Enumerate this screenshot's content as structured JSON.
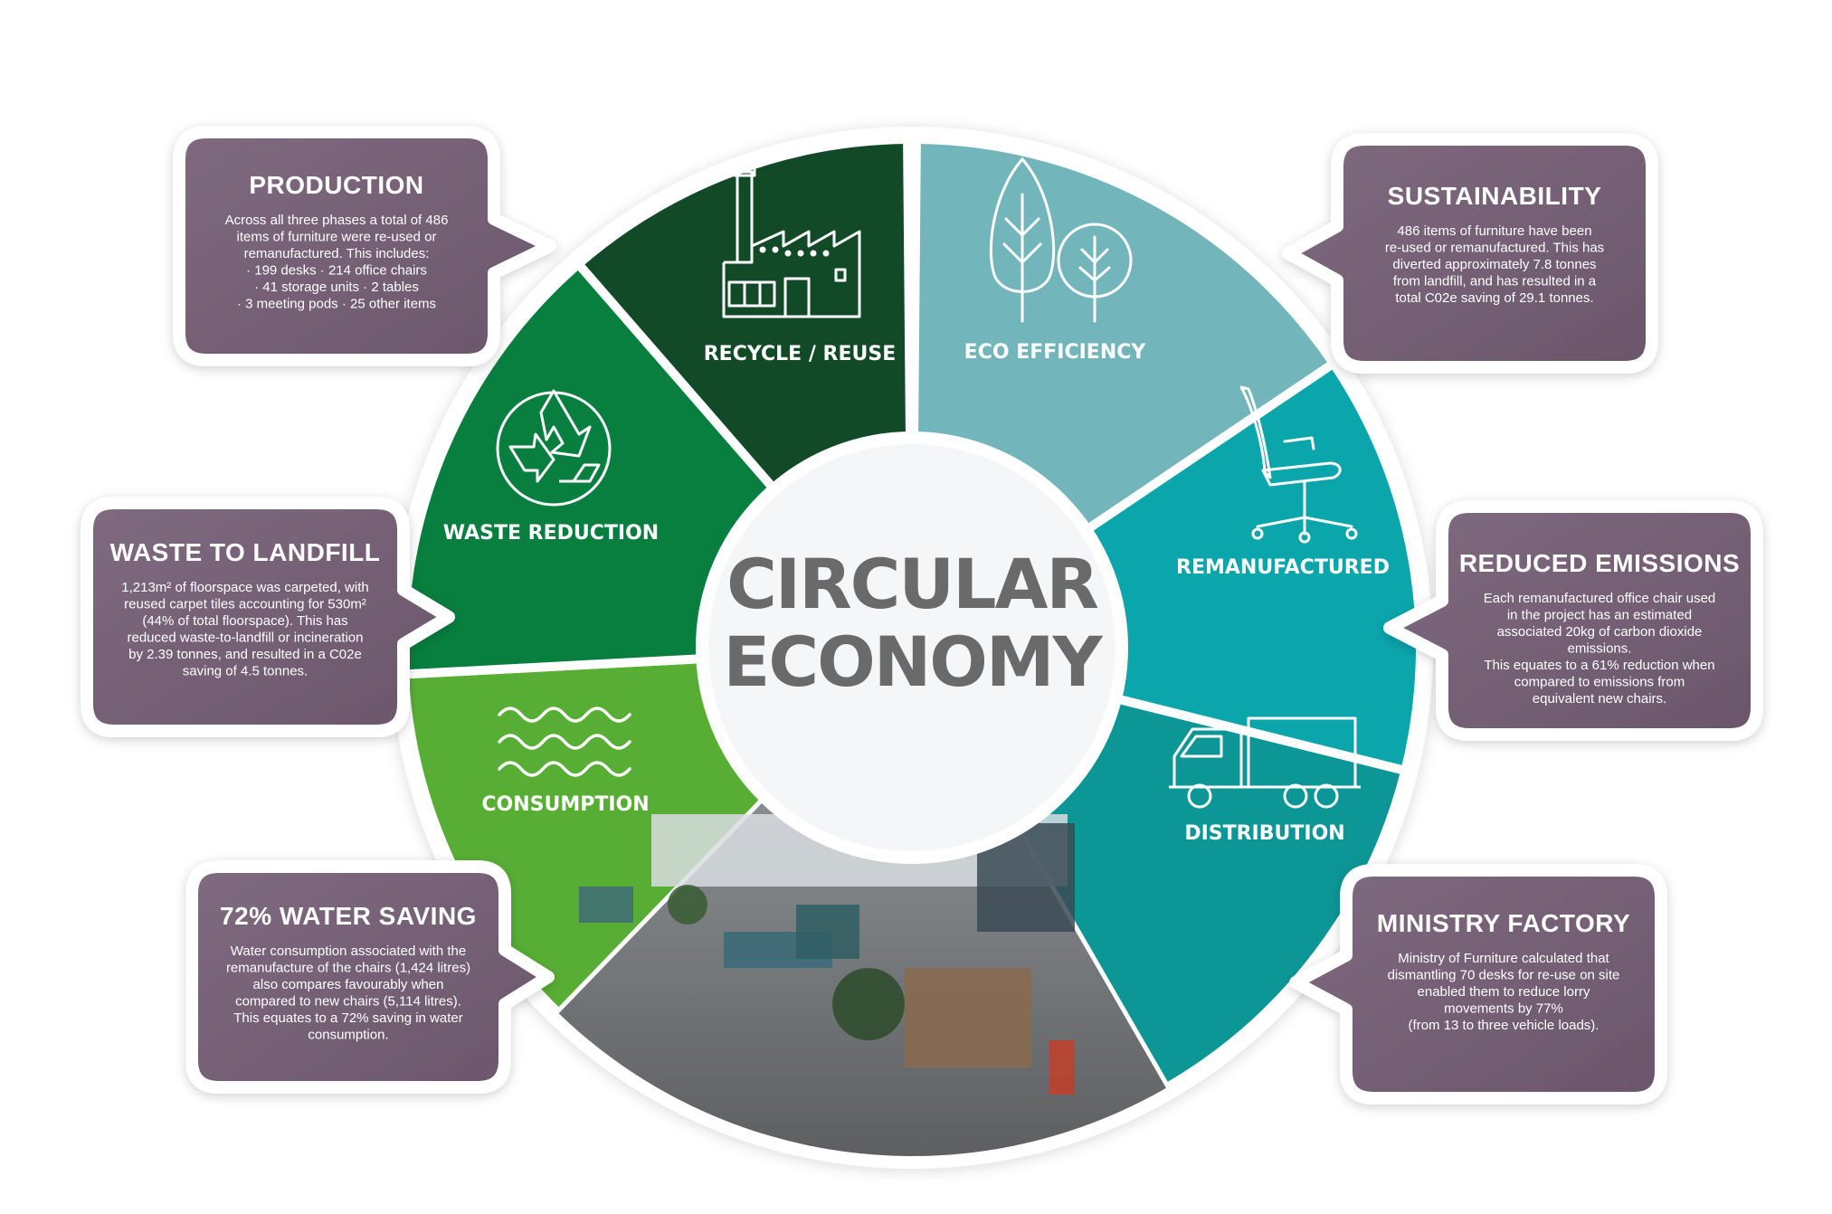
{
  "center": {
    "line1": "CIRCULAR",
    "line2": "ECONOMY"
  },
  "segments": [
    {
      "label": "RECYCLE / REUSE",
      "icon": "factory-icon",
      "color": "#124a27"
    },
    {
      "label": "ECO EFFICIENCY",
      "icon": "trees-icon",
      "color": "#72b6bb"
    },
    {
      "label": "REMANUFACTURED",
      "icon": "office-chair-icon",
      "color": "#0aa6ac"
    },
    {
      "label": "DISTRIBUTION",
      "icon": "truck-icon",
      "color": "#0d9696"
    },
    {
      "label": "CONSUMPTION",
      "icon": "water-waves-icon",
      "color": "#58ae35"
    },
    {
      "label": "WASTE REDUCTION",
      "icon": "recycle-icon",
      "color": "#087f3e"
    }
  ],
  "photo": {
    "icon": "office-photo-icon"
  },
  "cards": [
    {
      "title": "PRODUCTION",
      "lines": [
        "Across all three phases a total of 486",
        "items of furniture were re-used or",
        "remanufactured. This includes:",
        "· 199 desks · 214 office chairs",
        "· 41 storage units · 2 tables",
        "· 3 meeting pods · 25 other items"
      ]
    },
    {
      "title": "WASTE TO LANDFILL",
      "lines": [
        "1,213m² of floorspace was carpeted, with",
        "reused carpet tiles accounting for 530m²",
        "(44% of total floorspace). This has",
        "reduced waste-to-landfill or incineration",
        "by 2.39 tonnes, and resulted in a C02e",
        "saving of 4.5 tonnes."
      ]
    },
    {
      "title": "72% WATER SAVING",
      "lines": [
        "Water consumption associated with the",
        "remanufacture of the chairs (1,424 litres)",
        "also compares favourably when",
        "compared to new chairs (5,114 litres).",
        "This equates to a 72% saving in water",
        "consumption."
      ]
    },
    {
      "title": "SUSTAINABILITY",
      "lines": [
        "486 items of furniture have been",
        "re-used or remanufactured. This has",
        "diverted approximately 7.8 tonnes",
        "from landfill, and has resulted in a",
        "total C02e saving of 29.1 tonnes."
      ]
    },
    {
      "title": "REDUCED EMISSIONS",
      "lines": [
        "Each remanufactured office chair used",
        "in the project has an estimated",
        "associated 20kg of carbon dioxide",
        "emissions.",
        "This equates to a 61% reduction when",
        "compared to emissions from",
        "equivalent new chairs."
      ]
    },
    {
      "title": "MINISTRY FACTORY",
      "lines": [
        "Ministry of Furniture calculated that",
        "dismantling 70 desks for re-use on site",
        "enabled them to reduce lorry",
        "movements by 77%",
        "(from 13 to three vehicle loads)."
      ]
    }
  ],
  "colors": {
    "card": "#735f73",
    "card_border": "#ffffff",
    "center_text": "#6a6a6a"
  }
}
